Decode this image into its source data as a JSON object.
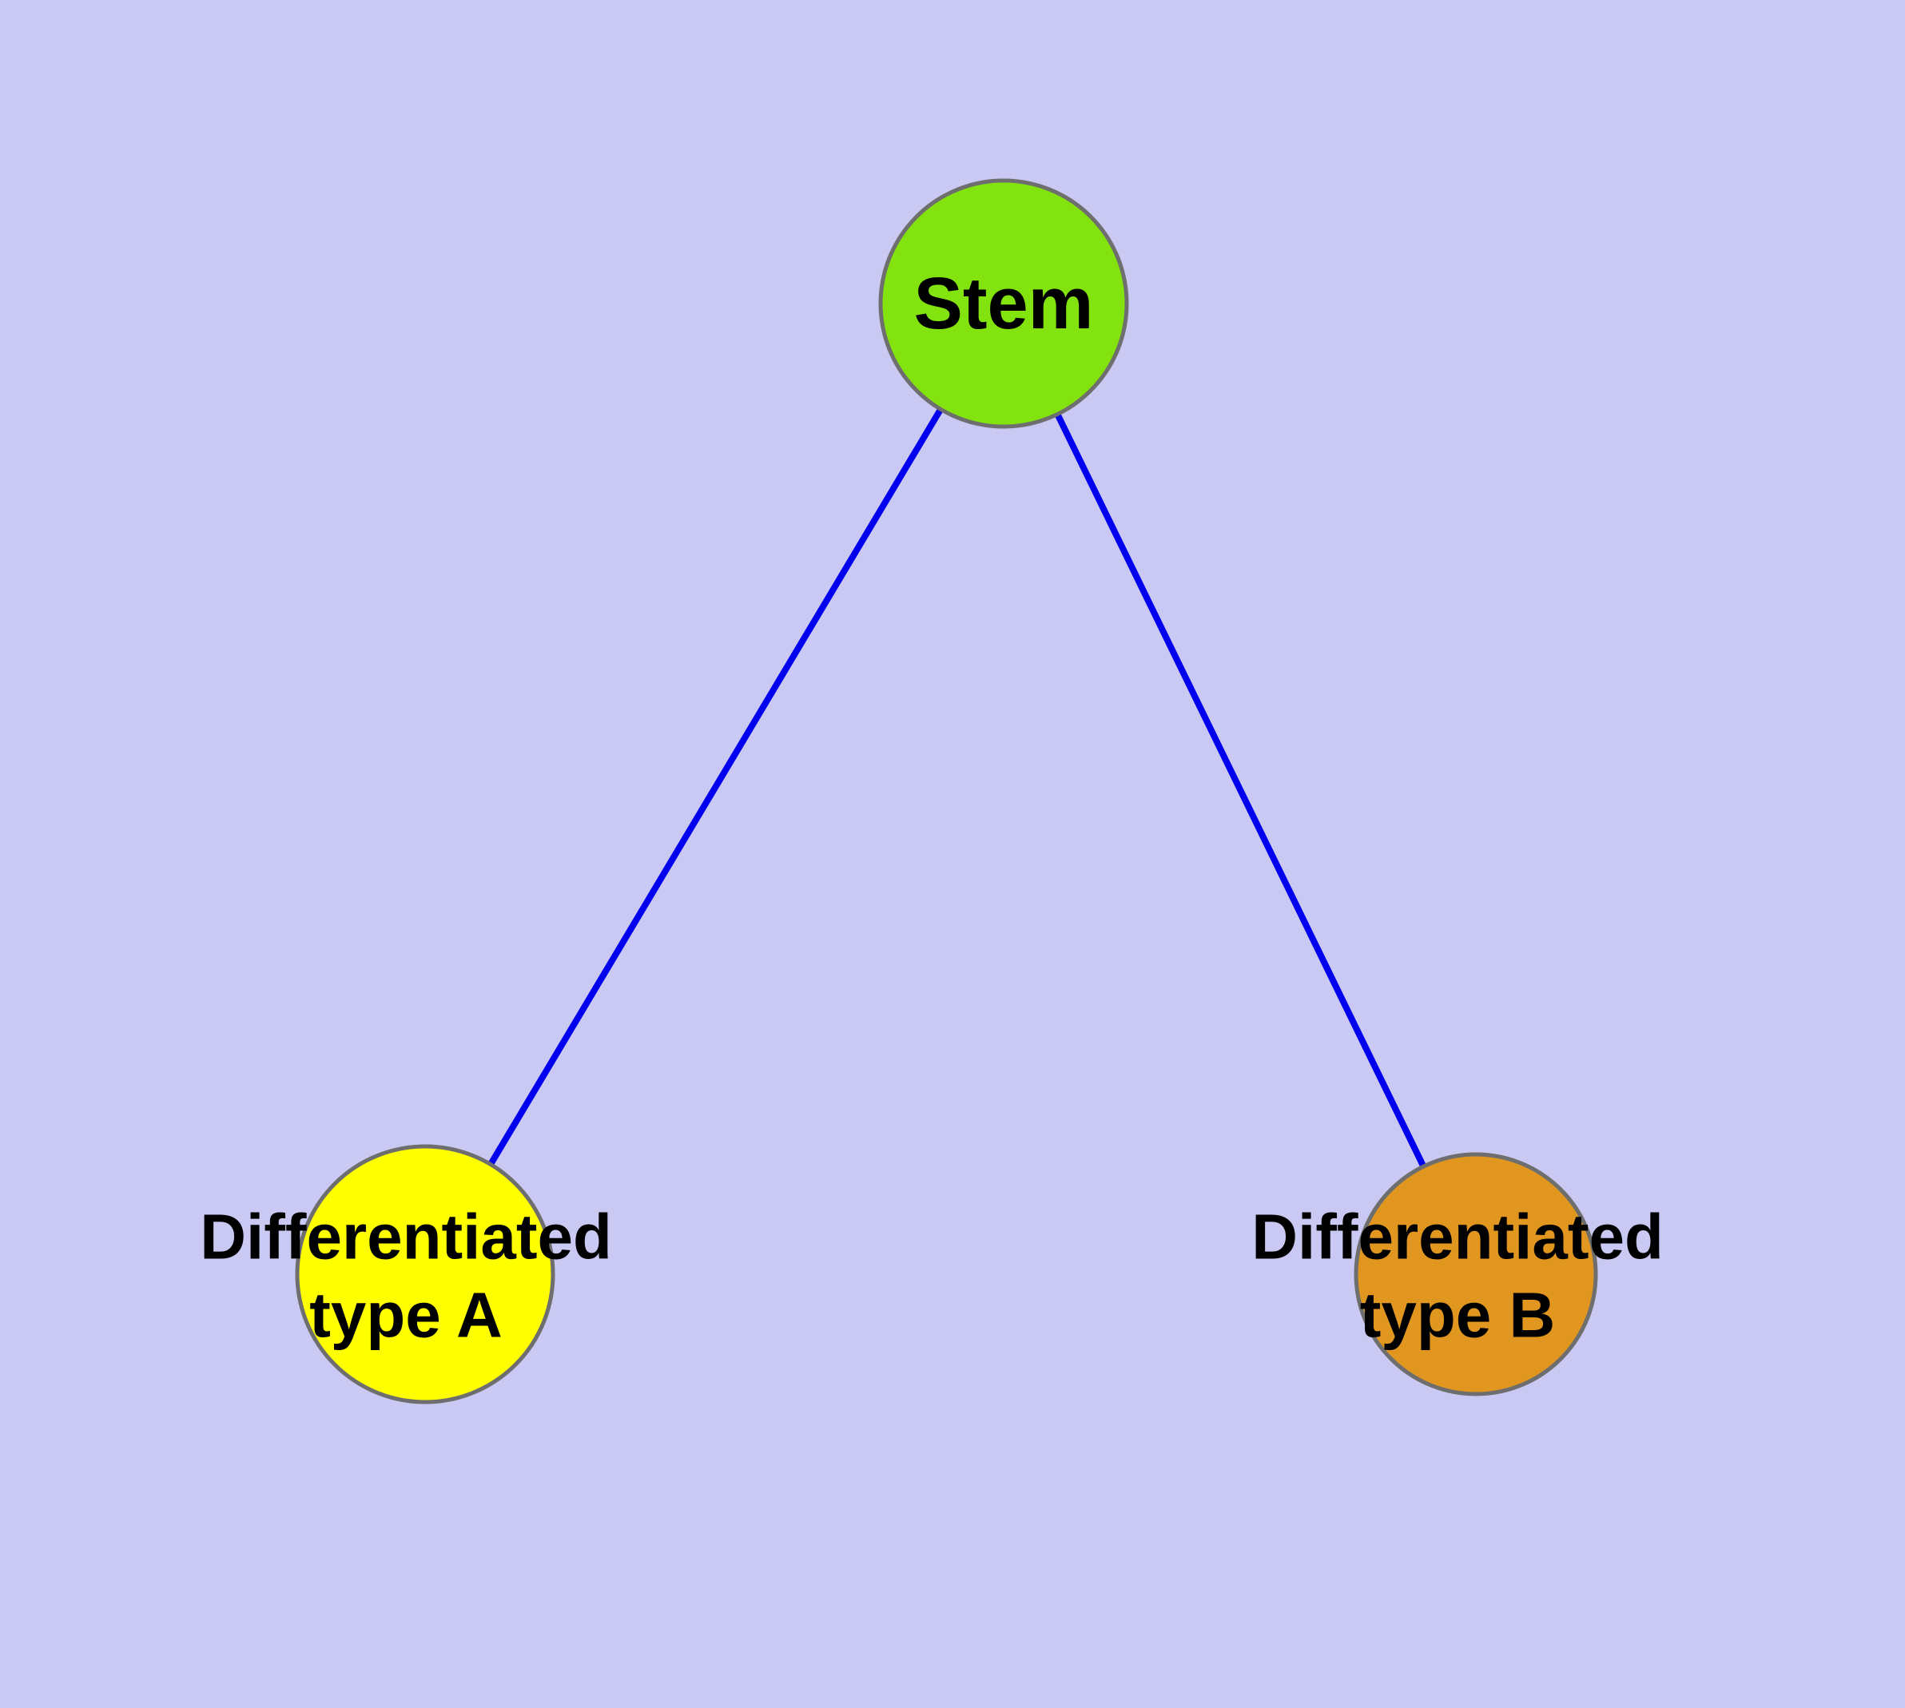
{
  "diagram": {
    "background_color": "#c9c9f3",
    "edge_color": "#0000ee",
    "node_border_color": "#6e6e6e",
    "label_color": "#000000",
    "nodes": [
      {
        "id": "stem",
        "label": "Stem",
        "fill": "#82e30e"
      },
      {
        "id": "type-a",
        "label": "Differentiated\ntype A",
        "fill": "#ffff00"
      },
      {
        "id": "type-b",
        "label": "Differentiated\ntype B",
        "fill": "#e0961f"
      }
    ],
    "edges": [
      {
        "from": "stem",
        "to": "type-a"
      },
      {
        "from": "stem",
        "to": "type-b"
      }
    ]
  }
}
